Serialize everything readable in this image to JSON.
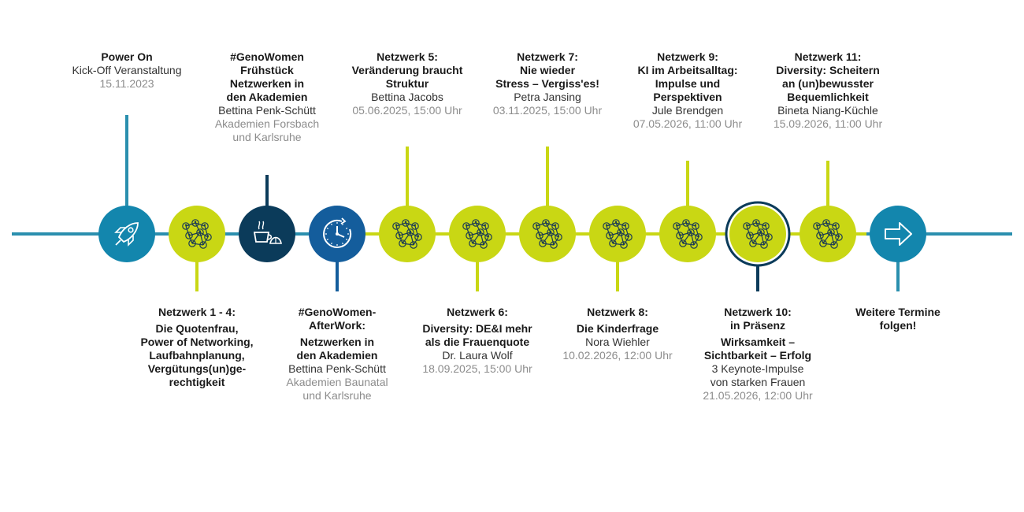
{
  "colors": {
    "line": "#2a8fae",
    "lime": "#c9d714",
    "teal": "#1386ad",
    "navy": "#0b3b5a",
    "blue": "#145d9c",
    "icon_dark": "#1b3b55",
    "text": "#1a1a1a",
    "muted": "#8c8c8c"
  },
  "events": [
    {
      "id": "e0",
      "icon": "rocket-icon",
      "fill": "teal",
      "stem": "up",
      "stem_color": "line",
      "label": {
        "heading": [
          "Power On"
        ],
        "person": "Kick-Off Veranstaltung",
        "date": "15.11.2023"
      }
    },
    {
      "id": "e1",
      "icon": "network-icon",
      "fill": "lime",
      "stem": "down",
      "stem_color": "lime",
      "label": {
        "heading": [
          "Netzwerk 1 - 4:"
        ],
        "heading2": [
          "Die Quotenfrau,",
          "Power of Networking,",
          "Laufbahnplanung,",
          "Vergütungs(un)ge-",
          "rechtigkeit"
        ]
      }
    },
    {
      "id": "e2",
      "icon": "coffee-icon",
      "fill": "navy",
      "stem": "up",
      "stem_color": "navy",
      "label": {
        "heading": [
          "#GenoWomen",
          "Frühstück",
          "Netzwerken in",
          "den Akademien"
        ],
        "person": "Bettina Penk-Schütt",
        "date_lines": [
          "Akademien Forsbach",
          "und Karlsruhe"
        ]
      }
    },
    {
      "id": "e3",
      "icon": "clock-icon",
      "fill": "blue",
      "stem": "down",
      "stem_color": "blue",
      "label": {
        "heading": [
          "#GenoWomen-",
          "AfterWork:"
        ],
        "heading2": [
          "Netzwerken in",
          "den Akademien"
        ],
        "person": "Bettina Penk-Schütt",
        "date_lines": [
          "Akademien Baunatal",
          "und Karlsruhe"
        ]
      }
    },
    {
      "id": "e4",
      "icon": "network-icon",
      "fill": "lime",
      "stem": "up",
      "stem_color": "lime",
      "label": {
        "heading": [
          "Netzwerk 5:"
        ],
        "heading2": [
          "Veränderung braucht",
          "Struktur"
        ],
        "person": "Bettina Jacobs",
        "date": "05.06.2025, 15:00 Uhr"
      }
    },
    {
      "id": "e5",
      "icon": "network-icon",
      "fill": "lime",
      "stem": "down",
      "stem_color": "lime",
      "label": {
        "heading": [
          "Netzwerk 6:"
        ],
        "heading2": [
          "Diversity: DE&I mehr",
          "als die Frauenquote"
        ],
        "person": "Dr. Laura Wolf",
        "date": "18.09.2025, 15:00 Uhr"
      }
    },
    {
      "id": "e6",
      "icon": "network-icon",
      "fill": "lime",
      "stem": "up",
      "stem_color": "lime",
      "label": {
        "heading": [
          "Netzwerk 7:"
        ],
        "heading2": [
          "Nie wieder",
          "Stress – Vergiss'es!"
        ],
        "person": "Petra Jansing",
        "date": "03.11.2025, 15:00 Uhr"
      }
    },
    {
      "id": "e7",
      "icon": "network-icon",
      "fill": "lime",
      "stem": "down",
      "stem_color": "lime",
      "label": {
        "heading": [
          "Netzwerk 8:"
        ],
        "heading2": [
          "Die Kinderfrage"
        ],
        "person": "Nora Wiehler",
        "date": "10.02.2026, 12:00 Uhr"
      }
    },
    {
      "id": "e8",
      "icon": "network-icon",
      "fill": "lime",
      "stem": "up",
      "stem_color": "lime",
      "label": {
        "heading": [
          "Netzwerk 9:"
        ],
        "heading2": [
          "KI im Arbeitsalltag:",
          "Impulse und",
          "Perspektiven"
        ],
        "person": "Jule Brendgen",
        "date": "07.05.2026, 11:00 Uhr"
      }
    },
    {
      "id": "e9",
      "icon": "network-icon",
      "fill": "lime",
      "ring": "navy",
      "stem": "down",
      "stem_color": "navy",
      "label": {
        "heading": [
          "Netzwerk 10:",
          "in Präsenz"
        ],
        "heading2": [
          "Wirksamkeit –",
          "Sichtbarkeit – Erfolg"
        ],
        "person_lines": [
          "3 Keynote-Impulse",
          "von starken Frauen"
        ],
        "date": "21.05.2026, 12:00 Uhr"
      }
    },
    {
      "id": "e10",
      "icon": "network-icon",
      "fill": "lime",
      "stem": "up",
      "stem_color": "lime",
      "label": {
        "heading": [
          "Netzwerk 11:"
        ],
        "heading2": [
          "Diversity: Scheitern",
          "an (un)bewusster",
          "Bequemlichkeit"
        ],
        "person": "Bineta Niang-Küchle",
        "date": "15.09.2026, 11:00 Uhr"
      }
    },
    {
      "id": "e11",
      "icon": "arrow-right-icon",
      "fill": "teal",
      "stem": "down",
      "stem_color": "line",
      "label": {
        "heading": [
          "Weitere Termine",
          "folgen!"
        ]
      }
    }
  ]
}
